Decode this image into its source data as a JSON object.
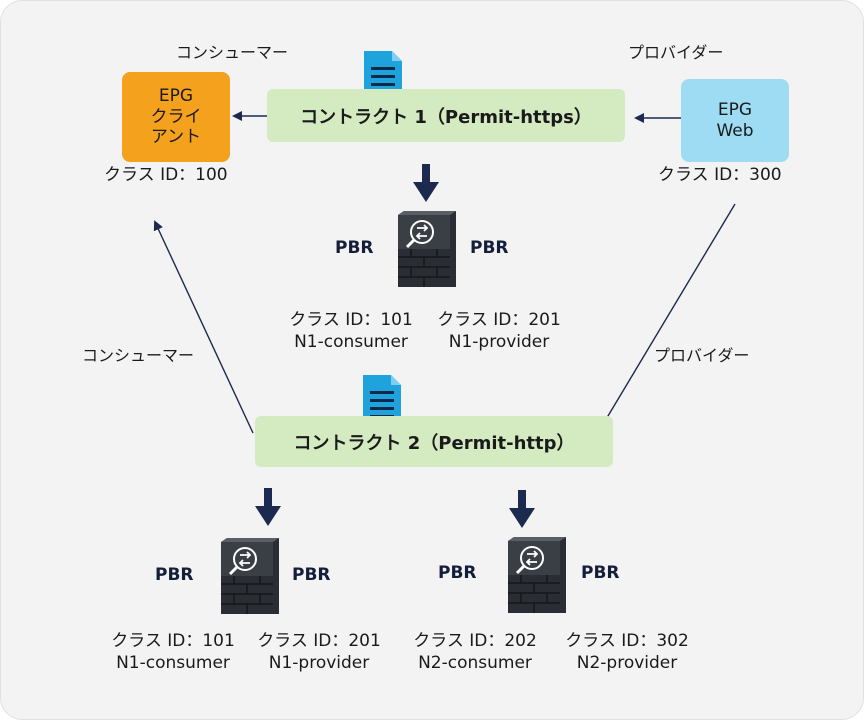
{
  "roles": {
    "consumer_top": "コンシューマー",
    "provider_top": "プロバイダー",
    "consumer_mid": "コンシューマー",
    "provider_mid": "プロバイダー"
  },
  "epg_client": {
    "line1": "EPG",
    "line2": "クライ",
    "line3": "アント",
    "class_id": "クラス ID：100"
  },
  "epg_web": {
    "line1": "EPG",
    "line2": "Web",
    "class_id": "クラス ID：300"
  },
  "contract1": {
    "label": "コントラクト 1（Permit-https）"
  },
  "contract2": {
    "label": "コントラクト 2（Permit-http）"
  },
  "pbr_label": "PBR",
  "node_top": {
    "left_class": "クラス ID：101",
    "left_name": "N1-consumer",
    "right_class": "クラス ID：201",
    "right_name": "N1-provider"
  },
  "node_bl": {
    "left_class": "クラス ID：101",
    "left_name": "N1-consumer",
    "right_class": "クラス ID：201",
    "right_name": "N1-provider"
  },
  "node_br": {
    "left_class": "クラス ID：202",
    "left_name": "N2-consumer",
    "right_class": "クラス ID：302",
    "right_name": "N2-provider"
  },
  "colors": {
    "epg_client": "#f4a21d",
    "epg_web": "#9ddcf3",
    "contract": "#d4ebc1",
    "arrow": "#1b2a4e",
    "document_icon": "#1ea3dc"
  },
  "icons": [
    "document-icon",
    "firewall-icon",
    "down-arrow-icon"
  ]
}
